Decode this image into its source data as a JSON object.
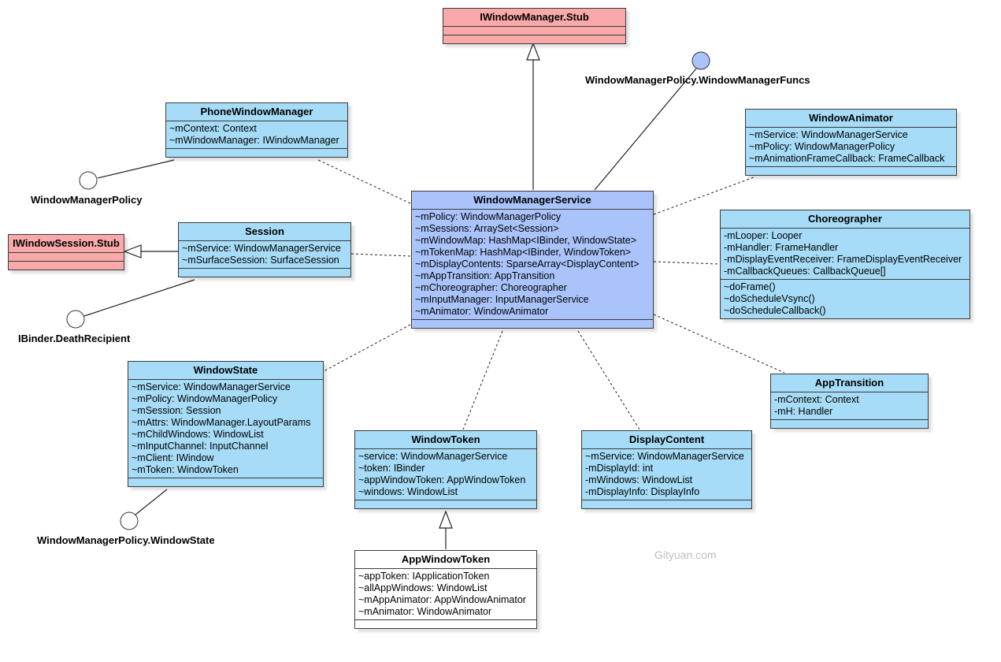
{
  "classes": {
    "iwindowmanager_stub": {
      "name": "IWindowManager.Stub",
      "attributes": [],
      "methods": []
    },
    "phone_window_manager": {
      "name": "PhoneWindowManager",
      "attributes": [
        "~mContext: Context",
        "~mWindowManager: IWindowManager"
      ]
    },
    "window_animator": {
      "name": "WindowAnimator",
      "attributes": [
        "~mService: WindowManagerService",
        "~mPolicy: WindowManagerPolicy",
        "~mAnimationFrameCallback: FrameCallback"
      ]
    },
    "iwindowsession_stub": {
      "name": "IWindowSession.Stub"
    },
    "session": {
      "name": "Session",
      "attributes": [
        "~mService: WindowManagerService",
        "~mSurfaceSession: SurfaceSession"
      ]
    },
    "window_manager_service": {
      "name": "WindowManagerService",
      "attributes": [
        "~mPolicy: WindowManagerPolicy",
        "~mSessions: ArraySet<Session>",
        "~mWindowMap: HashMap<IBinder, WindowState>",
        "~mTokenMap: HashMap<IBinder, WindowToken>",
        "~mDisplayContents: SparseArray<DisplayContent>",
        "~mAppTransition: AppTransition",
        "~mChoreographer: Choreographer",
        "~mInputManager: InputManagerService",
        "~mAnimator: WindowAnimator"
      ]
    },
    "choreographer": {
      "name": "Choreographer",
      "attributes": [
        "-mLooper: Looper",
        "-mHandler: FrameHandler",
        "-mDisplayEventReceiver: FrameDisplayEventReceiver",
        "-mCallbackQueues: CallbackQueue[]"
      ],
      "methods": [
        "~doFrame()",
        "~doScheduleVsync()",
        "~doScheduleCallback()"
      ]
    },
    "window_state": {
      "name": "WindowState",
      "attributes": [
        "~mService: WindowManagerService",
        "~mPolicy: WindowManagerPolicy",
        "~mSession: Session",
        "~mAttrs: WindowManager.LayoutParams",
        "~mChildWindows: WindowList",
        "~mInputChannel: InputChannel",
        "~mClient: IWindow",
        "~mToken: WindowToken"
      ]
    },
    "app_transition": {
      "name": "AppTransition",
      "attributes": [
        "-mContext: Context",
        "-mH: Handler"
      ]
    },
    "window_token": {
      "name": "WindowToken",
      "attributes": [
        "~service: WindowManagerService",
        "~token: IBinder",
        "~appWindowToken: AppWindowToken",
        "~windows: WindowList"
      ]
    },
    "display_content": {
      "name": "DisplayContent",
      "attributes": [
        "~mService: WindowManagerService",
        "-mDisplayId: int",
        "-mWindows: WindowList",
        "-mDisplayInfo: DisplayInfo"
      ]
    },
    "app_window_token": {
      "name": "AppWindowToken",
      "attributes": [
        "~appToken: IApplicationToken",
        "~allAppWindows: WindowList",
        "~mAppAnimator: AppWindowAnimator",
        "~mAnimator: WindowAnimator"
      ]
    }
  },
  "interfaces": {
    "window_manager_funcs": "WindowManagerPolicy.WindowManagerFuncs",
    "window_manager_policy": "WindowManagerPolicy",
    "death_recipient": "IBinder.DeathRecipient",
    "policy_window_state": "WindowManagerPolicy.WindowState"
  },
  "watermark": "Gityuan.com",
  "colors": {
    "class_fill": "#a6dcf7",
    "central_class_fill": "#aac4fb",
    "stub_fill": "#f9a9a9",
    "interface_filled": "#aac4fb",
    "interface_empty": "#ffffff",
    "line": "#222222"
  }
}
